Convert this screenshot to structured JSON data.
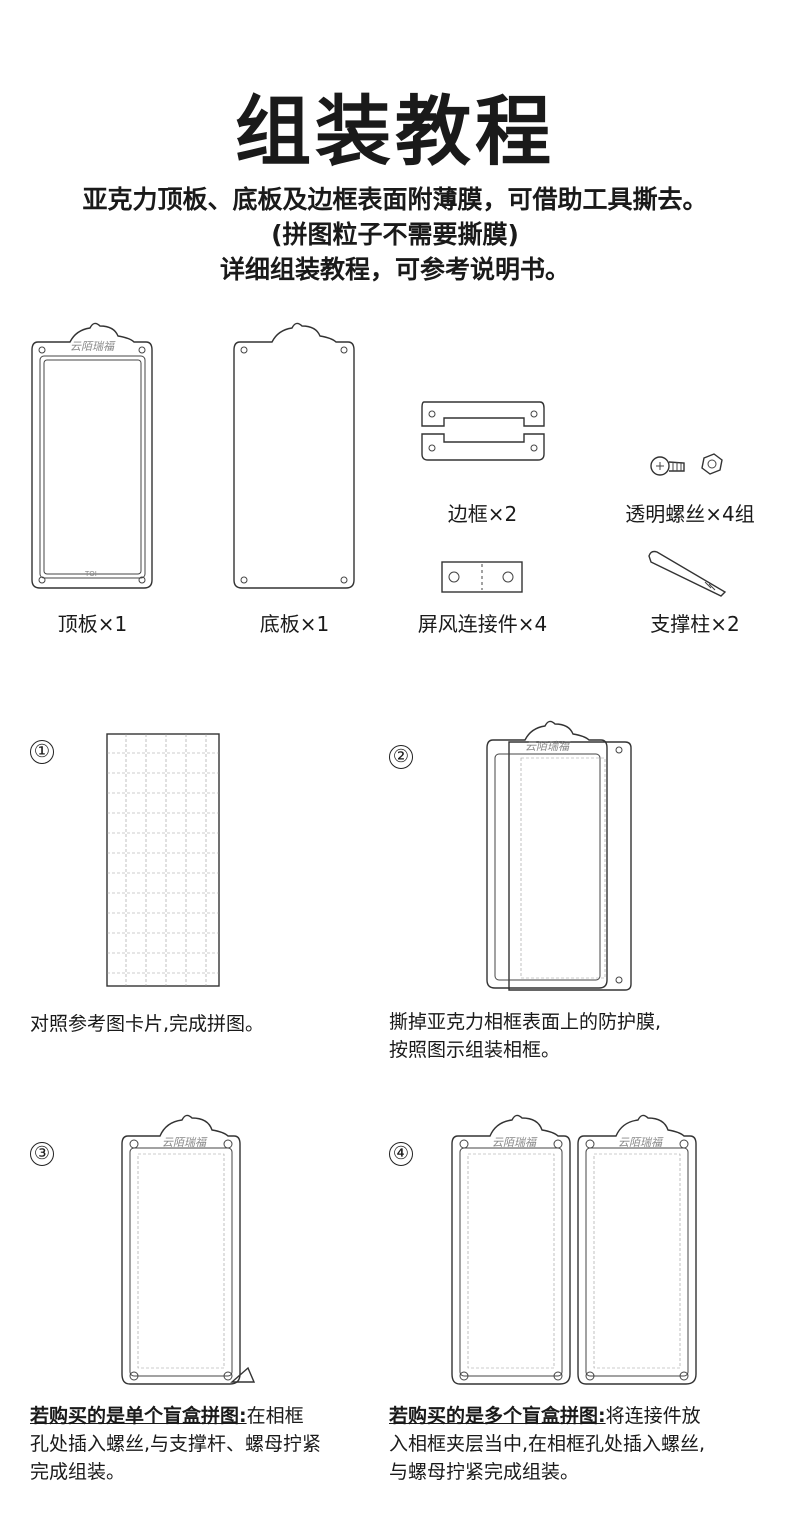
{
  "title": "组装教程",
  "intro": {
    "line1": "亚克力顶板、底板及边框表面附薄膜，可借助工具撕去。",
    "line2": "(拼图粒子不需要撕膜)",
    "line3": "详细组装教程，可参考说明书。"
  },
  "parts": {
    "top_board": "顶板×1",
    "bottom_board": "底板×1",
    "frame": "边框×2",
    "screws": "透明螺丝×4组",
    "connector": "屏风连接件×4",
    "stand": "支撑柱×2"
  },
  "steps": [
    {
      "num": "①",
      "text": "对照参考图卡片,完成拼图。"
    },
    {
      "num": "②",
      "line1": "撕掉亚克力相框表面上的防护膜,",
      "line2": "按照图示组装相框。"
    },
    {
      "num": "③",
      "bold": "若购买的是单个盲盒拼图:",
      "rest1": "在相框",
      "line2": "孔处插入螺丝,与支撑杆、螺母拧紧",
      "line3": "完成组装。"
    },
    {
      "num": "④",
      "bold": "若购买的是多个盲盒拼图:",
      "rest1": "将连接件放",
      "line2": "入相框夹层当中,在相框孔处插入螺丝,",
      "line3": "与螺母拧紧完成组装。"
    }
  ]
}
